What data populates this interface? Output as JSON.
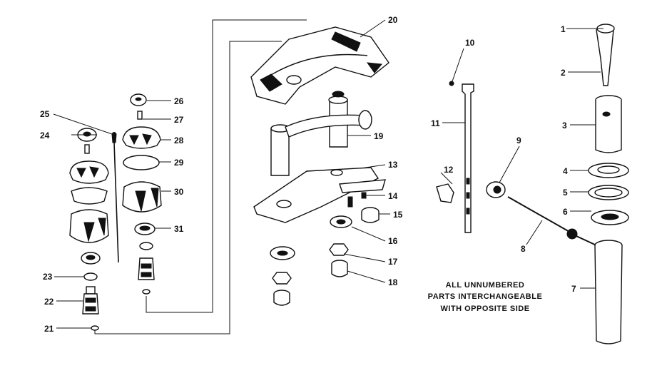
{
  "note_lines": [
    "ALL UNNUMBERED",
    "PARTS INTERCHANGEABLE",
    "WITH OPPOSITE SIDE"
  ],
  "callouts": {
    "p1": "1",
    "p2": "2",
    "p3": "3",
    "p4": "4",
    "p5": "5",
    "p6": "6",
    "p7": "7",
    "p8": "8",
    "p9": "9",
    "p10": "10",
    "p11": "11",
    "p12": "12",
    "p13": "13",
    "p14": "14",
    "p15": "15",
    "p16": "16",
    "p17": "17",
    "p18": "18",
    "p19": "19",
    "p20": "20",
    "p21": "21",
    "p22": "22",
    "p23": "23",
    "p24": "24",
    "p25": "25",
    "p26": "26",
    "p27": "27",
    "p28": "28",
    "p29": "29",
    "p30": "30",
    "p31": "31"
  }
}
